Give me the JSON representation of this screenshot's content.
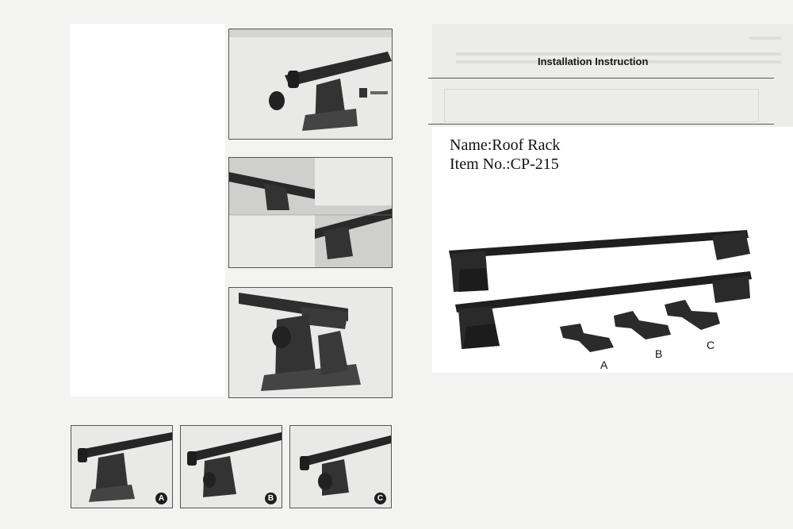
{
  "header": {
    "title": "Installation Instruction"
  },
  "product": {
    "name": "Name:Roof Rack",
    "item_no": "Item No.:CP-215"
  },
  "clips": [
    {
      "label": "A",
      "icon": "clip-a-icon"
    },
    {
      "label": "B",
      "icon": "clip-b-icon"
    },
    {
      "label": "C",
      "icon": "clip-c-icon"
    }
  ],
  "steps": [
    {
      "badge": "A"
    },
    {
      "badge": "B"
    },
    {
      "badge": "C"
    }
  ],
  "colors": {
    "rack": "#1f1f1f",
    "paper": "#f3f3f1",
    "photo": "#e9e9e7"
  }
}
